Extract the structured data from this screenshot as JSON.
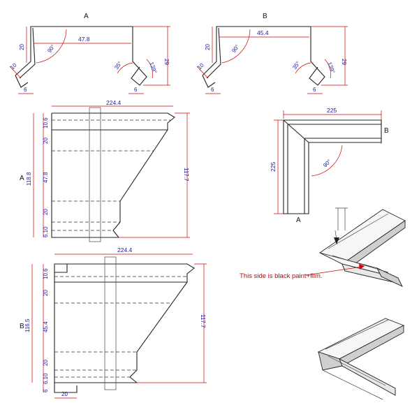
{
  "profile_a": {
    "label": "A",
    "width": "47.8",
    "height_left": "20",
    "height_right": "29",
    "angle_right": "90°",
    "angle_lip": "35°",
    "angle_lip2": "139°",
    "lip_left": "10",
    "lip_bottom_left": "6",
    "lip_bottom_right": "6"
  },
  "profile_b": {
    "label": "B",
    "width": "45.4",
    "height_left": "20",
    "height_right": "29",
    "angle_right": "90°",
    "angle_lip": "35°",
    "angle_lip2": "139°",
    "lip_left": "10",
    "lip_bottom_left": "6",
    "lip_bottom_right": "6"
  },
  "side_a": {
    "label": "A",
    "width": "224.4",
    "total_height": "118.8",
    "right_height": "117.7",
    "segments": [
      "10.6",
      "20",
      "47.8",
      "20",
      "6.10"
    ]
  },
  "side_b": {
    "label": "B",
    "width": "224.4",
    "total_height": "116.5",
    "right_height": "117.7",
    "segments": [
      "10.6",
      "20",
      "45.4",
      "20",
      "6.10",
      "6"
    ],
    "bottom_width": "20"
  },
  "corner": {
    "width": "225",
    "height": "225",
    "angle": "90°",
    "label_a": "A",
    "label_b": "B"
  },
  "note": {
    "text": "This side is black paint+film."
  }
}
